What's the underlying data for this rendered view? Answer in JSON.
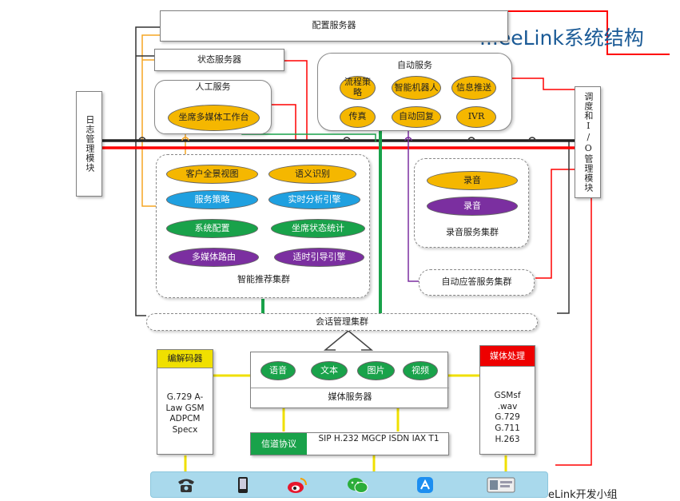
{
  "title": "...eeLink系统结构",
  "footer": "eLink开发小组",
  "config_server": "配置服务器",
  "status_server": "状态服务器",
  "log_module": "日志管理模块",
  "dispatch_module": "调度和I/O管理模块",
  "manual_service": {
    "title": "人工服务",
    "item": "坐席多媒体工作台"
  },
  "auto_service": {
    "title": "自动服务",
    "items": [
      "流程策略",
      "智能机器人",
      "信息推送",
      "传真",
      "自动回复",
      "IVR"
    ]
  },
  "recommend_cluster": {
    "title": "智能推荐集群",
    "items": [
      "客户全景视图",
      "语义识别",
      "服务策略",
      "实时分析引擎",
      "系统配置",
      "坐席状态统计",
      "多媒体路由",
      "适时引导引擎"
    ]
  },
  "recording_cluster": {
    "title": "录音服务集群",
    "items": [
      "录音",
      "录音"
    ]
  },
  "auto_answer_cluster": "自动应答服务集群",
  "session_cluster": "会话管理集群",
  "codec": {
    "header": "编解码器",
    "body": "G.729 A-Law GSM ADPCM Specx"
  },
  "media_proc": {
    "header": "媒体处理",
    "body": "GSMsf .wav G.729 G.711 H.263"
  },
  "media_server": {
    "title": "媒体服务器",
    "items": [
      "语音",
      "文本",
      "图片",
      "视频"
    ]
  },
  "channel": {
    "label": "信道协议",
    "protocols": "SIP H.232 MGCP ISDN IAX T1"
  },
  "devices": [
    "telephone-icon",
    "mobile-phone-icon",
    "weibo-icon",
    "wechat-icon",
    "app-store-icon",
    "kiosk-icon"
  ]
}
